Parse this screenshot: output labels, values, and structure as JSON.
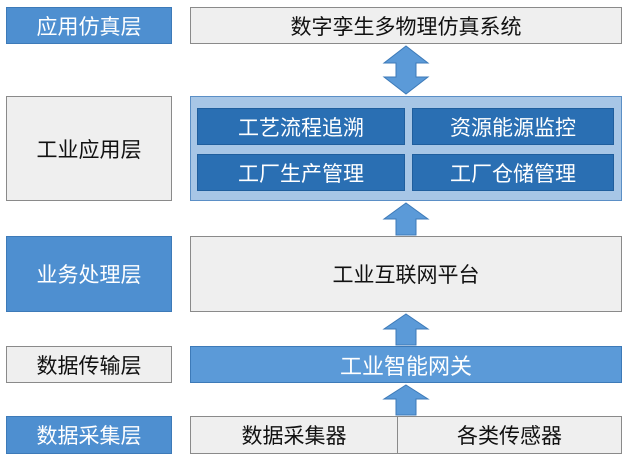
{
  "layers": {
    "simulation": "应用仿真层",
    "industrial_app": "工业应用层",
    "business": "业务处理层",
    "transmission": "数据传输层",
    "collection": "数据采集层"
  },
  "boxes": {
    "digital_twin": "数字孪生多物理仿真系统",
    "process_trace": "工艺流程追溯",
    "resource_monitor": "资源能源监控",
    "factory_production": "工厂生产管理",
    "factory_warehouse": "工厂仓储管理",
    "iiot_platform": "工业互联网平台",
    "smart_gateway": "工业智能网关",
    "data_collector": "数据采集器",
    "sensors": "各类传感器"
  },
  "colors": {
    "layer_blue": "#4e8fd0",
    "layer_gray": "#efefef",
    "module_dark_blue": "#2a6fb3",
    "container_light_blue": "#a7c6e6",
    "arrow_blue": "#5b9ad8"
  }
}
